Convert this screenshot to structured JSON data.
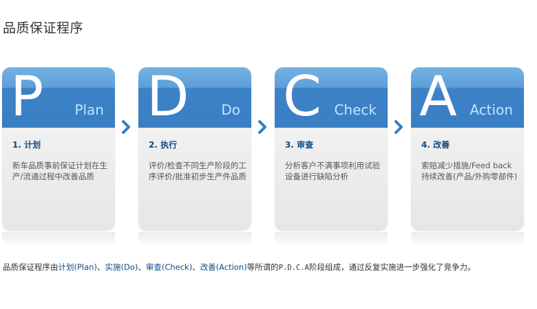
{
  "header": {
    "title": "品质保证程序"
  },
  "cards": [
    {
      "letter": "P",
      "word": "Plan",
      "step": "1. 计划",
      "desc": "新车品质事前保证计划在生产/流通过程中改善品质"
    },
    {
      "letter": "D",
      "word": "Do",
      "step": "2. 执行",
      "desc": "评价/检查不同生产阶段的工序评价/批准初步生产件品质"
    },
    {
      "letter": "C",
      "word": "Check",
      "step": "3. 审查",
      "desc": "分析客户不满事项利用试验设备进行缺陷分析"
    },
    {
      "letter": "A",
      "word": "Action",
      "step": "4. 改善",
      "desc": "索赔减少措施/Feed back持续改善(产品/外购零部件)"
    }
  ],
  "arrows": {
    "icon": "chevron-right-icon",
    "color": "#2f7fc6"
  },
  "footer": {
    "prefix": "品质保证程序由",
    "plan": "计划(Plan)",
    "sep1": "、",
    "do": "实施(Do)",
    "sep2": "、",
    "check": "审查(Check)",
    "sep3": "、",
    "action": "改善(Action)",
    "mid": "等所谓的",
    "pdca": "P.D.C.A",
    "suffix": "阶段组成，通过反复实施进一步强化了竞争力。"
  },
  "colors": {
    "accent": "#3a7ec3",
    "step_title": "#0e4b86",
    "word": "#bfe7ff"
  }
}
